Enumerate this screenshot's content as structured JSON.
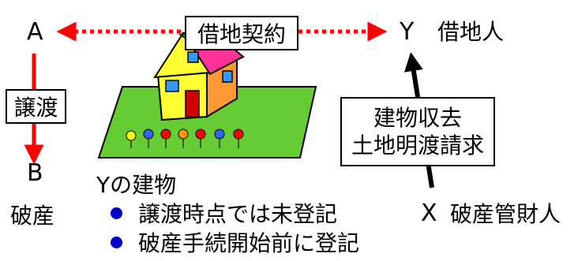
{
  "party_a": "A",
  "party_b": "B",
  "party_y": "Y",
  "party_x": "X",
  "lease_label": "借地契約",
  "tenant_label": "借地人",
  "transfer_label": "譲渡",
  "b_status": "破産",
  "x_role": "破産管財人",
  "claim_label": {
    "line1": "建物収去",
    "line2": "土地明渡請求"
  },
  "building_title": "Yの建物",
  "notes": [
    "譲渡時点では未登記",
    "破産手続開始前に登記"
  ],
  "colors": {
    "arrow_red": "#ff0000",
    "bullet_blue": "#0000cc",
    "lawn_green": "#66cc33",
    "roof_pink": "#ff3399",
    "wall_yellow": "#ffff33"
  }
}
